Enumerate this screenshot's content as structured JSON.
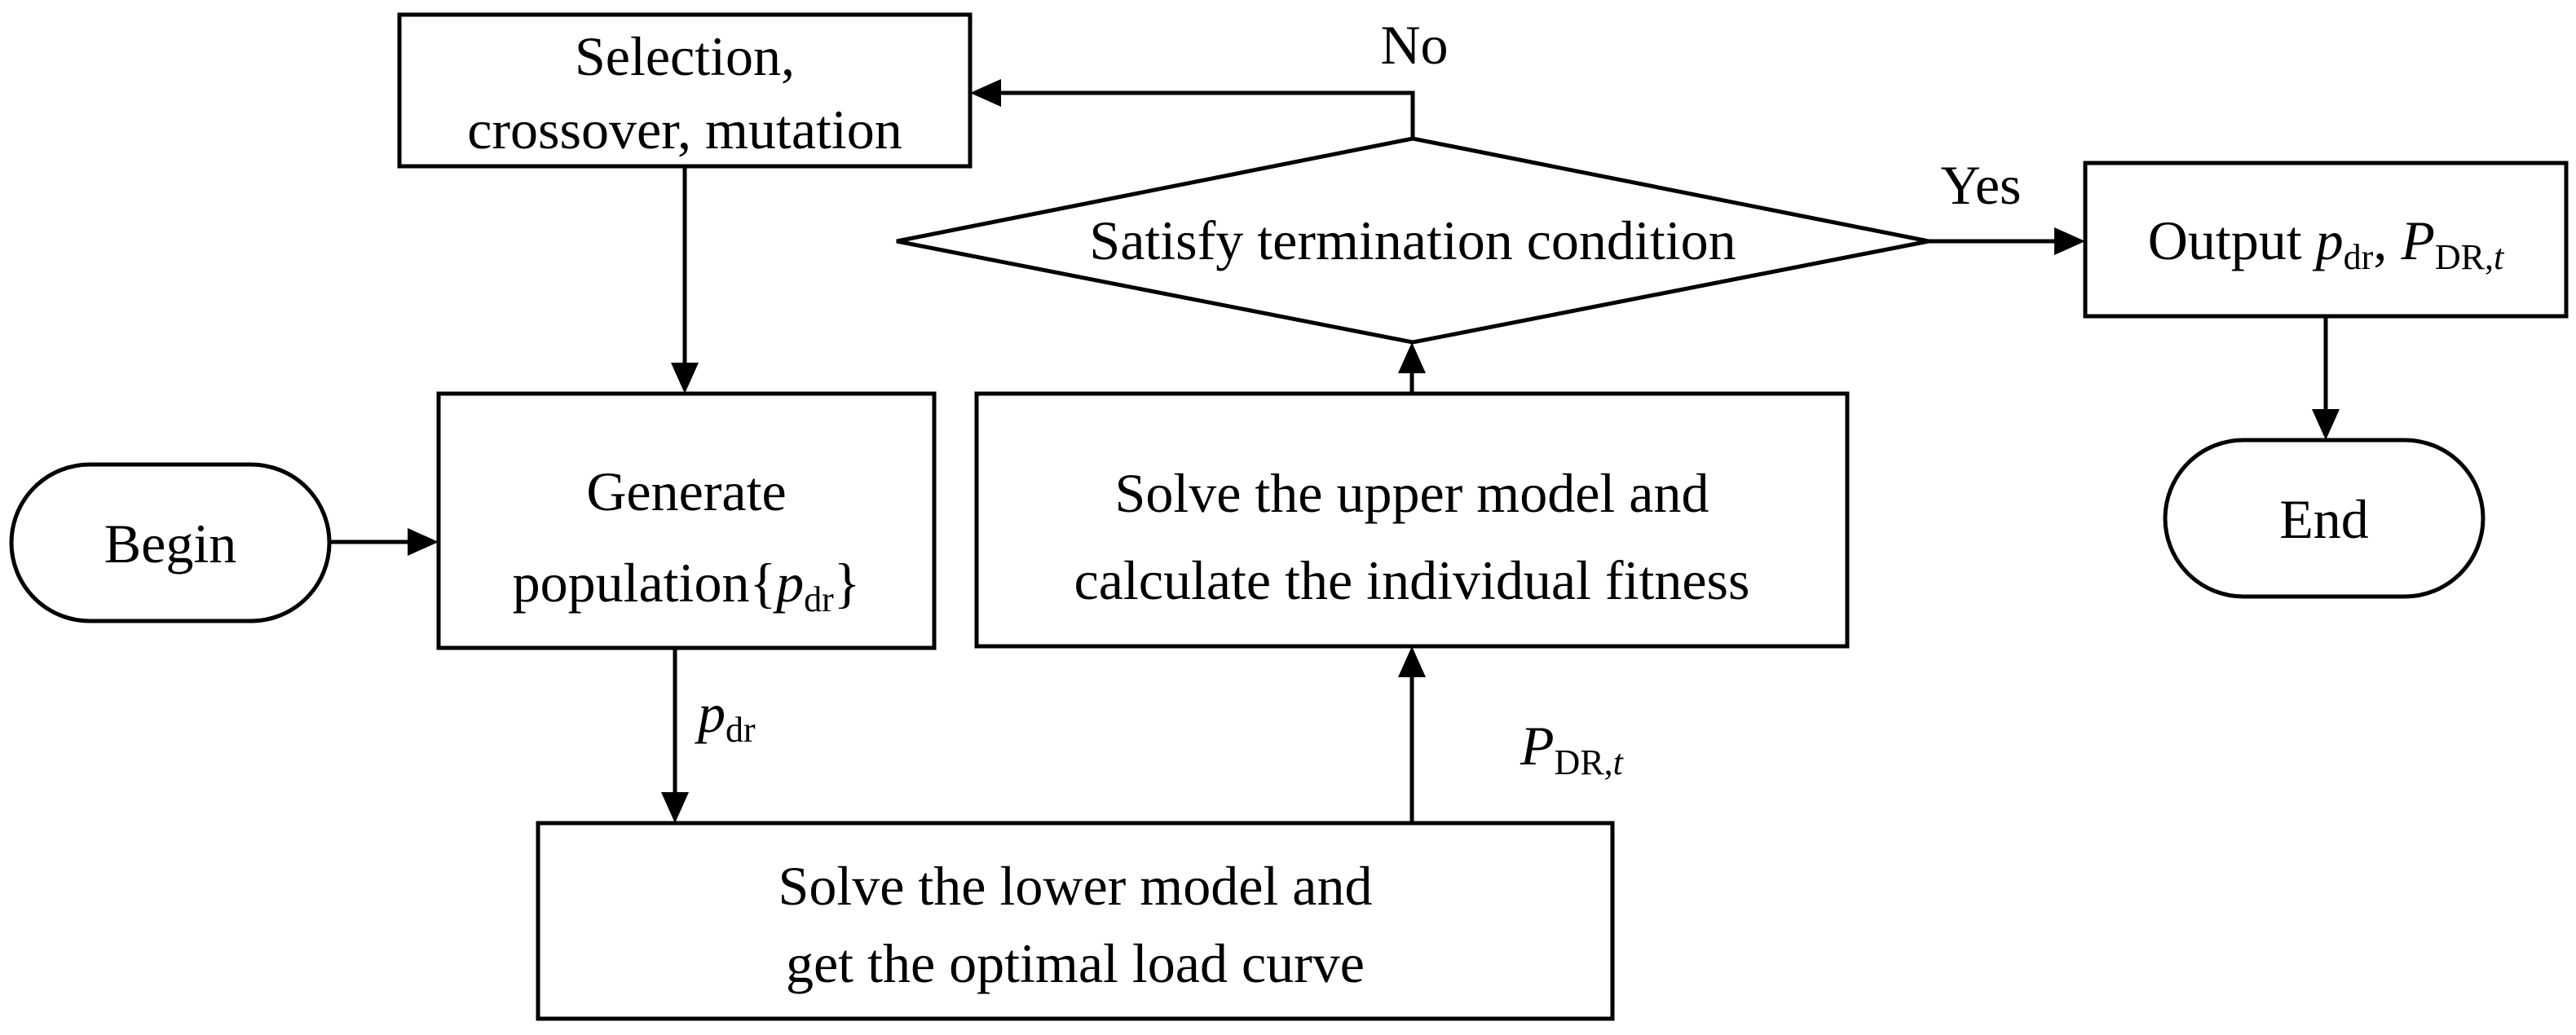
{
  "nodes": {
    "begin": {
      "label": "Begin"
    },
    "generate": {
      "line1": "Generate",
      "line2_text": "population{",
      "line2_var": "p",
      "line2_sub": "dr",
      "line2_close": "}"
    },
    "selection": {
      "line1": "Selection,",
      "line2": "crossover, mutation"
    },
    "lower": {
      "line1": "Solve the lower model and",
      "line2": "get the optimal load curve"
    },
    "upper": {
      "line1": "Solve the upper model and",
      "line2": "calculate the individual fitness"
    },
    "decision": {
      "label": "Satisfy termination condition"
    },
    "output": {
      "text": "Output ",
      "var1": "p",
      "sub1": "dr",
      "sep": ", ",
      "var2": "P",
      "sub2": "DR,",
      "sub2_it": "t"
    },
    "end": {
      "label": "End"
    }
  },
  "edges": {
    "no": "No",
    "yes": "Yes",
    "pdr": {
      "var": "p",
      "sub": "dr"
    },
    "PDRt": {
      "var": "P",
      "sub": "DR,",
      "sub_it": "t"
    }
  }
}
